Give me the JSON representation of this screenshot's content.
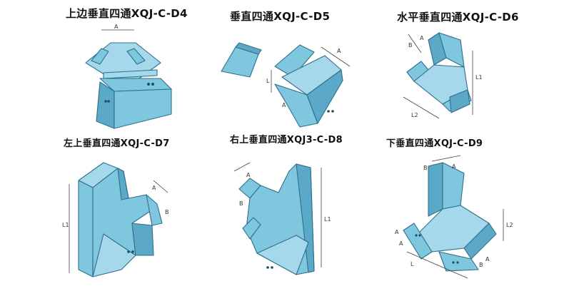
{
  "items": [
    {
      "caption": "上边垂直四通XQJ-C-D4",
      "dims": [
        "A"
      ]
    },
    {
      "caption": "垂直四通XQJ-C-D5",
      "dims": [
        "L",
        "A",
        "A"
      ]
    },
    {
      "caption": "水平垂直四通XQJ-C-D6",
      "dims": [
        "B",
        "A",
        "L1",
        "L2"
      ]
    },
    {
      "caption": "左上垂直四通XQJ-C-D7",
      "dims": [
        "A",
        "B",
        "L1"
      ]
    },
    {
      "caption": "右上垂直四通XQJ3-C-D8",
      "dims": [
        "A",
        "B",
        "L1"
      ]
    },
    {
      "caption": "下垂直四通XQJ-C-D9",
      "dims": [
        "A",
        "B",
        "L2",
        "A",
        "A",
        "A",
        "B",
        "L"
      ]
    }
  ],
  "colors": {
    "tray_fill": "#7fc6df",
    "tray_dark": "#5ba9c6",
    "outline": "#2e6f8a"
  }
}
